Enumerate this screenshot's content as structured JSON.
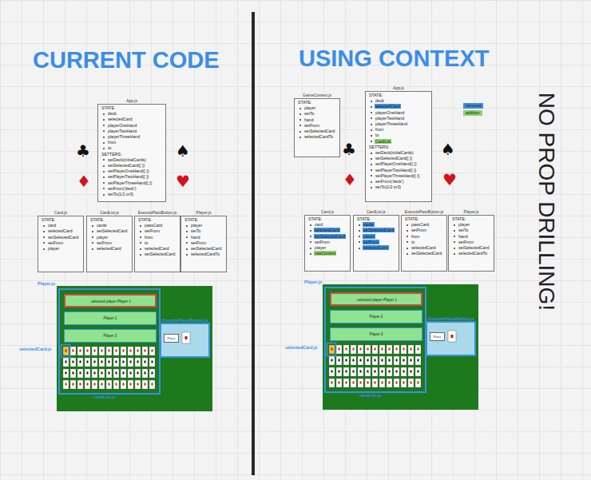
{
  "diagram": {
    "nodes": [
      {
        "text": [
          "App.js",
          "STATE:",
          "deck",
          "selectedCard",
          "playerOneHand",
          "playerTwoHand",
          "playerThreeHand",
          "from",
          "to",
          "SETTERS:",
          "setDeck(initialCards)",
          "setSelectedCard([ ])",
          "setPlayerOneHand([ ])",
          "setPlayerTwoHand([ ])",
          "setPlayerThreeHand([ ])",
          "setFrom('deck')",
          "setTo(1/2 or3)"
        ]
      },
      {
        "text": [
          "Card.js",
          "STATE:",
          "card",
          "selectedCard",
          "setSelectedCard",
          "setFrom",
          "player"
        ]
      },
      {
        "text": [
          "CardList.js",
          "STATE:",
          "cards",
          "setSelectedCard",
          "player",
          "setFrom",
          "selectedCard"
        ]
      },
      {
        "text": [
          "ExecutePassButton.js",
          "STATE:",
          "passCard",
          "setFrom",
          "from",
          "to",
          "selectedCard",
          "setSelectedCard"
        ]
      },
      {
        "text": [
          "Player.js",
          "STATE:",
          "player",
          "setTo",
          "hand",
          "setFrom",
          "setSelectedCard",
          "selectedCardTo"
        ]
      },
      {
        "text": [
          "..selected-player-Player 1"
        ]
      },
      {
        "text": [
          "Player 2"
        ]
      },
      {
        "text": [
          "Player 3"
        ]
      },
      {
        "text": [
          "Pass"
        ]
      },
      {
        "text": [
          "GameContext.js",
          "STATE:",
          "player",
          "setTo",
          "hand",
          "setFrom",
          "setSelectedCard",
          "selectedCardTo"
        ]
      },
      {
        "text": [
          "App.js",
          "STATE:",
          "deck",
          "selectedCard",
          "playerOneHand",
          "playerTwoHand",
          "playerThreeHand",
          "from",
          "to",
          "CardList",
          "SETTERS:",
          "setDeck(initialCards)",
          "setSelectedCard([ ])",
          "setPlayerOneHand([ ])",
          "setPlayerTwoHand([ ])",
          "setPlayerThreeHand([ ])",
          "setFrom('deck')",
          "setTo(1/2 or3)"
        ]
      },
      {
        "text": [
          "Card.js",
          "STATE:",
          "card",
          "selectedCard",
          "setSelectedCard",
          "setFrom",
          "player",
          "useContext"
        ]
      },
      {
        "text": [
          "CardList.js",
          "STATE:",
          "cards",
          "setSelectedCard",
          "player",
          "setFrom",
          "selectedCard"
        ]
      },
      {
        "text": [
          "ExecutePassButton.js",
          "STATE:",
          "passCard",
          "setFrom",
          "from",
          "to",
          "selectedCard",
          "setSelectedCard"
        ]
      },
      {
        "text": [
          "Player.js",
          "STATE:",
          "player",
          "setTo",
          "hand",
          "setFrom",
          "setSelectedCard",
          "selectedCardTo"
        ]
      },
      {
        "text": [
          "..selected-player-Player 1"
        ]
      },
      {
        "text": [
          "Player 2"
        ]
      },
      {
        "text": [
          "Player 3"
        ]
      },
      {
        "text": [
          "Pass"
        ]
      }
    ],
    "labels": [
      "CURRENT CODE",
      "USING CONTEXT",
      "NO PROP DRILLING!",
      "♣",
      "♠",
      "♦",
      "♥",
      "♣",
      "♠",
      "♦",
      "♥",
      "Player.js",
      "selectedCard.js",
      "ExecutePassButton.js",
      "cardList.js",
      "Player.js",
      "selectedCard.js",
      "ExecutePassButton.js",
      "cardList.js"
    ],
    "legend": [
      {
        "text": "removed",
        "color": "#3d8fe3"
      },
      {
        "text": "addition",
        "color": "#8fd46a"
      }
    ]
  }
}
